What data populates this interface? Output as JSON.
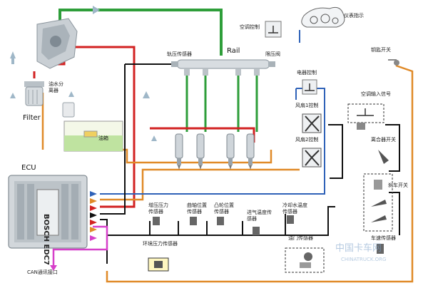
{
  "colors": {
    "high_pressure": "#2e9e3a",
    "low_pressure": "#d22222",
    "return_line": "#e08a28",
    "signal": "#2f62b8",
    "control": "#111111",
    "can": "#d63fc9",
    "flow_arrow": "#9fb7c8"
  },
  "labels": {
    "filter": "Filter",
    "water_separator": "油水分\n离器",
    "fuel_tank": "油箱",
    "rail": "Rail",
    "rail_pressure_sensor": "轨压传感器",
    "pressure_limiter": "限压阀",
    "ac_control": "空调控制",
    "instrument_panel": "仪表指示",
    "ignition_switch": "钥匙开关",
    "electronic_control": "电器控制",
    "fan_1": "风扇1控制",
    "fan_2": "风扇2控制",
    "ac_input_signal": "空调输入信号",
    "clutch_switch": "离合器开关",
    "brake_switch": "刹车开关",
    "ecu": "ECU",
    "ecu_brand": "BOSCH EDC7",
    "intake_pressure_sensor": "增压压力\n传感器",
    "crank_position_sensor": "曲轴位置\n传感器",
    "cam_position_sensor": "凸轮位置\n传感器",
    "intake_temp_sensor": "进气温度传\n感器",
    "coolant_temp_sensor": "冷却水温度\n传感器",
    "ambient_pressure_sensor": "环境压力传感器",
    "throttle_sensor": "油门传感器",
    "speed_sensor": "车速传感器",
    "can_port": "CAN通讯接口"
  },
  "watermark": {
    "main": "中国卡车网",
    "sub": "CHINATRUCK.ORG"
  },
  "icons": [
    "high-pressure-pump-icon",
    "filter-icon",
    "water-separator-icon",
    "fuel-tank-icon",
    "common-rail-icon",
    "injector-icon",
    "switch-icon",
    "gauge-icon",
    "key-icon",
    "fan-icon",
    "ecu-box-icon",
    "sensor-icon",
    "pedal-icon",
    "flow-arrow-icon"
  ]
}
